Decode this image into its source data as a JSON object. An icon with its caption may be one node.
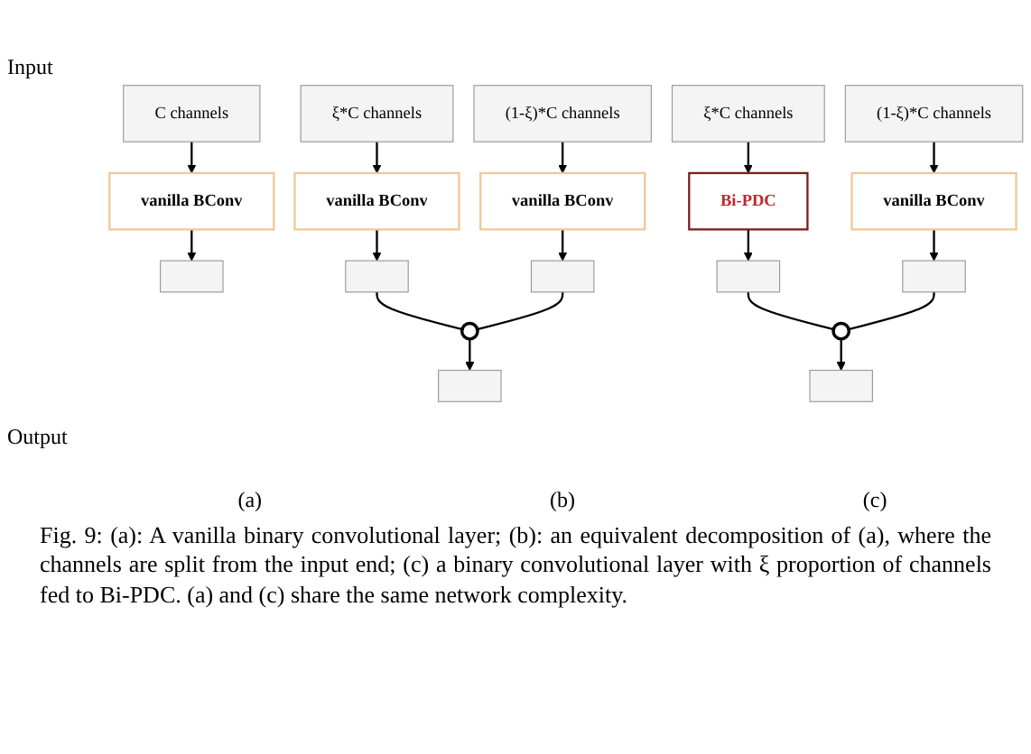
{
  "diagram": {
    "caption": "Fig. 9: (a): A vanilla binary convolutional layer; (b): an equivalent decomposition of (a), where the channels are split from the input end; (c) a binary convolutional layer with ξ proportion of channels fed to Bi-PDC. (a) and (c) share the same network complexity.",
    "nodes": [
      {
        "text": [
          "C channels"
        ]
      },
      {
        "text": [
          "vanilla BConv"
        ]
      },
      {
        "text": [],
        "shape": "box"
      },
      {
        "text": [
          "ξ*C channels"
        ]
      },
      {
        "text": [
          "(1-ξ)*C channels"
        ]
      },
      {
        "text": [
          "vanilla BConv"
        ]
      },
      {
        "text": [
          "vanilla BConv"
        ]
      },
      {
        "text": [],
        "shape": "box"
      },
      {
        "text": [],
        "shape": "box"
      },
      {
        "text": [],
        "shape": "circle"
      },
      {
        "text": [],
        "shape": "box"
      },
      {
        "text": [
          "ξ*C channels"
        ]
      },
      {
        "text": [
          "(1-ξ)*C channels"
        ]
      },
      {
        "text": [
          "Bi-PDC"
        ]
      },
      {
        "text": [
          "vanilla BConv"
        ]
      },
      {
        "text": [],
        "shape": "box"
      },
      {
        "text": [],
        "shape": "box"
      },
      {
        "text": [],
        "shape": "circle"
      },
      {
        "text": [],
        "shape": "box"
      }
    ],
    "edges": [
      {
        "from": 0,
        "to": 1,
        "arrow": "to"
      },
      {
        "from": 1,
        "to": 2,
        "arrow": "to"
      },
      {
        "from": 3,
        "to": 5,
        "arrow": "to"
      },
      {
        "from": 4,
        "to": 6,
        "arrow": "to"
      },
      {
        "from": 5,
        "to": 7,
        "arrow": "to"
      },
      {
        "from": 6,
        "to": 8,
        "arrow": "to"
      },
      {
        "from": 7,
        "to": 9,
        "arrow": "none"
      },
      {
        "from": 8,
        "to": 9,
        "arrow": "none"
      },
      {
        "from": 9,
        "to": 10,
        "arrow": "to"
      },
      {
        "from": 11,
        "to": 13,
        "arrow": "to"
      },
      {
        "from": 12,
        "to": 14,
        "arrow": "to"
      },
      {
        "from": 13,
        "to": 15,
        "arrow": "to"
      },
      {
        "from": 14,
        "to": 16,
        "arrow": "to"
      },
      {
        "from": 15,
        "to": 17,
        "arrow": "none"
      },
      {
        "from": 16,
        "to": 17,
        "arrow": "none"
      },
      {
        "from": 17,
        "to": 18,
        "arrow": "to"
      }
    ],
    "labels": [
      "Input",
      "Output",
      "(a)",
      "(b)",
      "(c)"
    ]
  }
}
